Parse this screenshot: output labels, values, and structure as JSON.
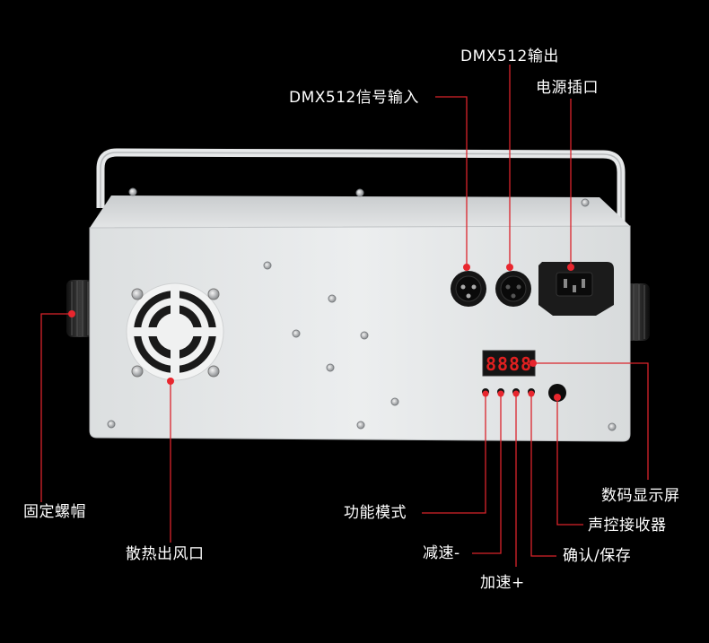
{
  "labels": {
    "dmx_out": "DMX512输出",
    "power_socket": "电源插口",
    "dmx_in": "DMX512信号输入",
    "display": "数码显示屏",
    "sound_receiver": "声控接收器",
    "confirm_save": "确认/保存",
    "function_mode": "功能模式",
    "speed_down": "减速-",
    "speed_up": "加速+",
    "fixing_nut": "固定螺帽",
    "vent": "散热出风口"
  },
  "colors": {
    "background": "#000000",
    "device_body": "#e9ebec",
    "callout_line": "#d9242b",
    "callout_dot": "#e8262e",
    "display_digit": "#e02020",
    "label_text": "#ffffff"
  },
  "device": {
    "display_digits": 4,
    "button_count": 4,
    "display_icon": "seven-segment-display",
    "dmx_connectors": [
      "xlr-male-connector",
      "xlr-female-connector"
    ],
    "power_icon": "iec-power-socket"
  }
}
